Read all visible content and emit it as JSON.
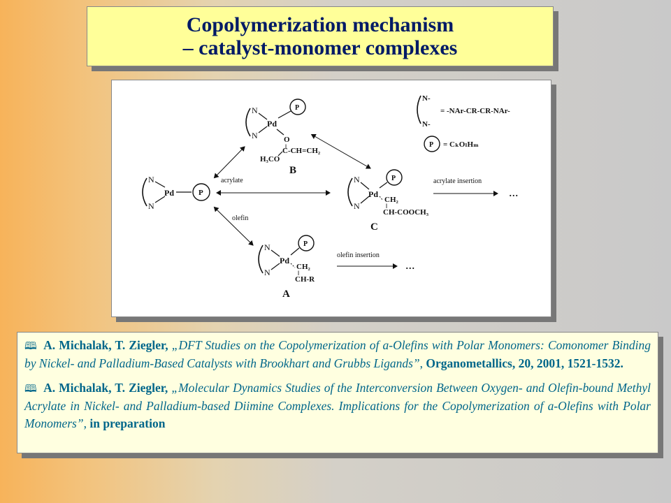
{
  "title": {
    "line1": "Copolymerization mechanism",
    "line2": "– catalyst-monomer complexes"
  },
  "diagram": {
    "atoms": {
      "n": "N",
      "pd": "Pd",
      "p": "P",
      "o": "O",
      "h3co": "H₃CO",
      "c_ch_ch2": "C-CH=CH₂",
      "ch2": "CH₂",
      "ch_r": "CH-R",
      "ch_cooch3": "CH-COOCH₃",
      "double_bond": "‖"
    },
    "labels": {
      "acrylate": "acrylate",
      "olefin": "olefin",
      "acrylate_insertion": "acrylate insertion",
      "olefin_insertion": "olefin insertion",
      "ellipsis": "...",
      "complex_a": "A",
      "complex_b": "B",
      "complex_c": "C"
    },
    "legend": {
      "ligand_n_top": "N-",
      "ligand_n_bottom": "N-",
      "ligand_def": "= -NAr-CR-CR-NAr-",
      "p": "P",
      "polymer_def": "= CₖOₗHₘ"
    }
  },
  "references": [
    {
      "bullet": "🕮",
      "authors": "A. Michalak, T. Ziegler,",
      "title": "„DFT Studies on the Copolymerization of a-Olefins with Polar Monomers: Comonomer Binding by Nickel- and Palladium-Based Catalysts with Brookhart and Grubbs Ligands”",
      "sep": ",",
      "journal": "Organometallics, 20, 2001, 1521-1532."
    },
    {
      "bullet": "🕮",
      "authors": "A. Michalak, T. Ziegler,",
      "title": "„Molecular Dynamics Studies of the Interconversion Between Oxygen- and Olefin-bound Methyl Acrylate in Nickel- and Palladium-based Diimine Complexes. Implications for the Copolymerization of a-Olefins with Polar Monomers”",
      "sep": ",",
      "journal": "in preparation"
    }
  ]
}
